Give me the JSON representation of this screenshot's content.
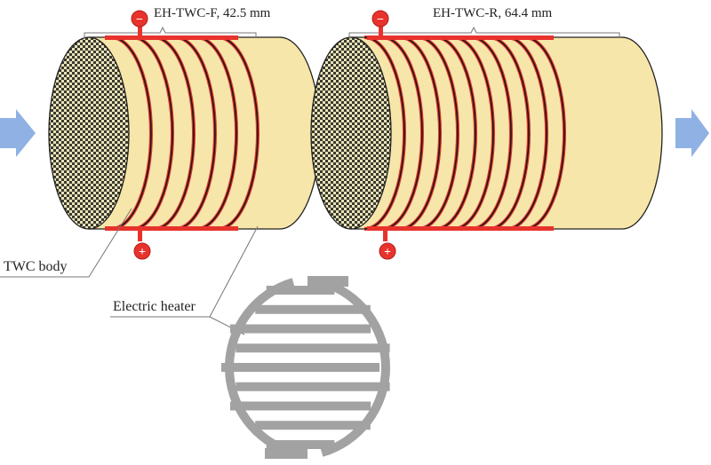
{
  "labels": {
    "front_catalyst": "EH-TWC-F, 42.5 mm",
    "rear_catalyst": "EH-TWC-R, 64.4 mm",
    "twc_body": "TWC body",
    "electric_heater": "Electric heater"
  },
  "terminals": {
    "negative": "−",
    "positive": "+"
  },
  "colors": {
    "body_fill": "#f7e6a9",
    "heater_red": "#e8332c",
    "arrow_blue": "#8fb1e3",
    "heater_grey": "#a2a2a2",
    "checker_dark": "#3a3a30",
    "checker_light": "#e8e2b8"
  },
  "heater_counts": {
    "front_rings": 6,
    "rear_rings": 10
  }
}
